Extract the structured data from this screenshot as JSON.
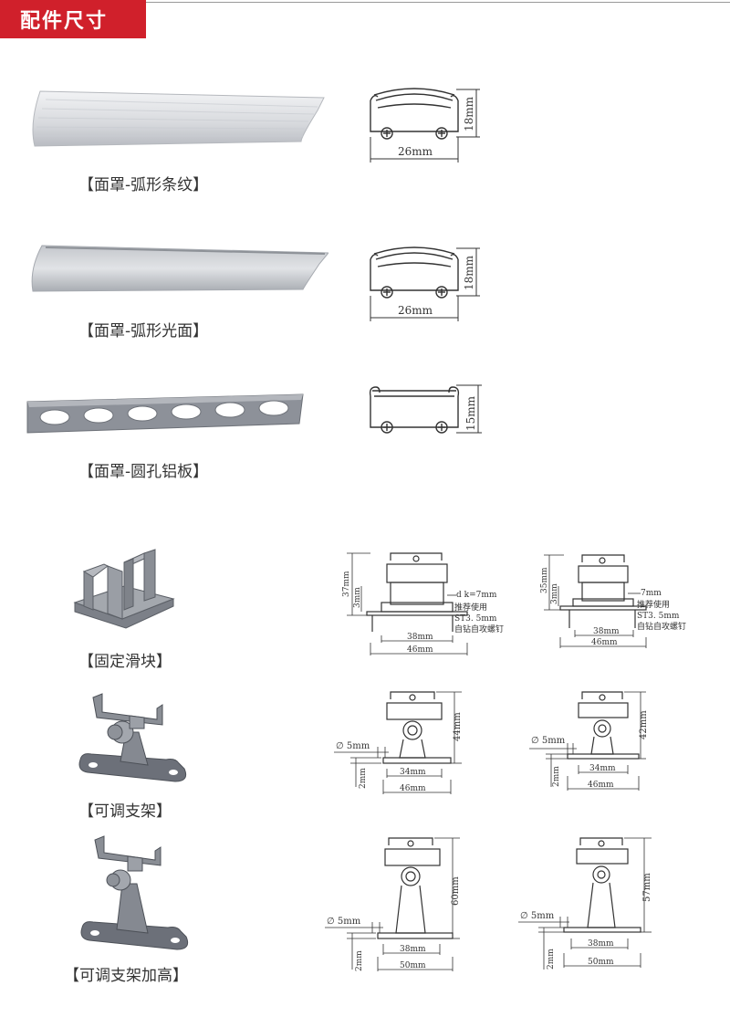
{
  "header": {
    "title": "配件尺寸"
  },
  "covers": [
    {
      "caption": "【面罩-弧形条纹】",
      "width_label": "26mm",
      "height_label": "18mm"
    },
    {
      "caption": "【面罩-弧形光面】",
      "width_label": "26mm",
      "height_label": "18mm"
    },
    {
      "caption": "【面罩-圆孔铝板】",
      "height_label": "15mm"
    }
  ],
  "slider": {
    "caption": "【固定滑块】",
    "left": {
      "height_label": "37mm",
      "inner_label": "3mm",
      "dk_label": "d k=7mm",
      "note1": "推荐使用",
      "note2": "ST3. 5mm",
      "note3": "自钻自攻螺钉",
      "inner_width": "38mm",
      "outer_width": "46mm"
    },
    "right": {
      "height_label": "35mm",
      "inner_label": "3mm",
      "dk_label": "7mm",
      "note1": "推荐使用",
      "note2": "ST3. 5mm",
      "note3": "自钻自攻螺钉",
      "inner_width": "38mm",
      "outer_width": "46mm"
    }
  },
  "bracket": {
    "caption": "【可调支架】",
    "left": {
      "hole_label": "∅ 5mm",
      "height_label": "44mm",
      "plate_label": "2mm",
      "inner_width": "34mm",
      "outer_width": "46mm"
    },
    "right": {
      "hole_label": "∅ 5mm",
      "height_label": "42mm",
      "plate_label": "2mm",
      "inner_width": "34mm",
      "outer_width": "46mm"
    }
  },
  "tall_bracket": {
    "caption": "【可调支架加高】",
    "left": {
      "hole_label": "∅ 5mm",
      "height_label": "60mm",
      "plate_label": "2mm",
      "inner_width": "38mm",
      "outer_width": "50mm"
    },
    "right": {
      "hole_label": "∅ 5mm",
      "height_label": "57mm",
      "plate_label": "2mm",
      "inner_width": "38mm",
      "outer_width": "50mm"
    }
  }
}
